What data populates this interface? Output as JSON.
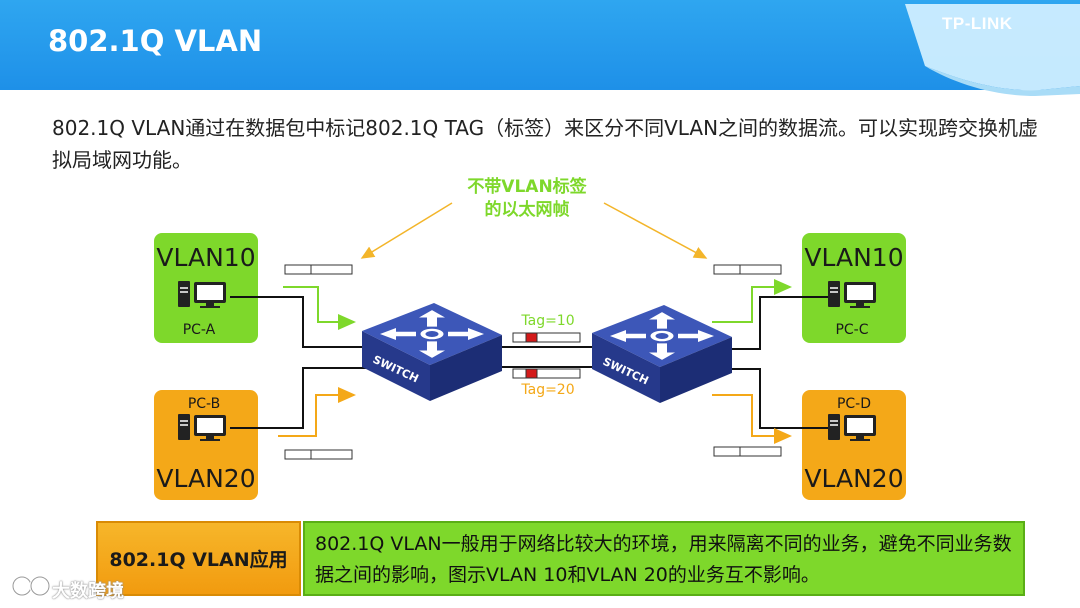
{
  "header": {
    "title": "802.1Q VLAN",
    "brand": "TP-LINK",
    "colors": {
      "bar": "#1e90e8",
      "ribbon": "#cfeeff"
    }
  },
  "intro": "802.1Q VLAN通过在数据包中标记802.1Q TAG（标签）来区分不同VLAN之间的数据流。可以实现跨交换机虚拟局域网功能。",
  "diagram": {
    "callout": [
      "不带VLAN标签",
      "的以太网帧"
    ],
    "hosts": [
      {
        "vlan": "VLAN10",
        "pc": "PC-A",
        "color": "#7ed82b"
      },
      {
        "vlan": "VLAN20",
        "pc": "PC-B",
        "color": "#f4a818"
      },
      {
        "vlan": "VLAN10",
        "pc": "PC-C",
        "color": "#7ed82b"
      },
      {
        "vlan": "VLAN20",
        "pc": "PC-D",
        "color": "#f4a818"
      }
    ],
    "switch_label": "SWITCH",
    "tags": [
      "Tag=10",
      "Tag=20"
    ]
  },
  "banner": {
    "label": "802.1Q VLAN应用",
    "text": "802.1Q VLAN一般用于网络比较大的环境，用来隔离不同的业务，避免不同业务数据之间的影响，图示VLAN 10和VLAN 20的业务互不影响。"
  },
  "watermark": {
    "text": "大数跨境"
  }
}
